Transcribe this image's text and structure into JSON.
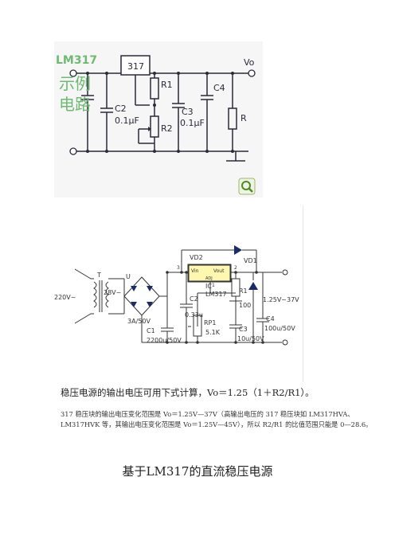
{
  "figure1": {
    "watermark_top": "LM317",
    "watermark_mid": "示例",
    "watermark_bottom": "电路",
    "ic_label": "317",
    "r1_label": "R1",
    "r2_label": "R2",
    "c2_label": "C2",
    "c2_value": "0.1μF",
    "c3_label": "C3",
    "c3_value": "0.1μF",
    "c4_label": "C4",
    "r_label": "R",
    "out_label": "Vo",
    "zoom_icon": "magnifier-icon"
  },
  "figure2": {
    "vd2": "VD2",
    "vd1": "VD1",
    "vin": "Vin",
    "vout": "Vout",
    "adj": "ADJ",
    "ic": "IC",
    "lm317": "LM317",
    "t": "T",
    "u": "U",
    "ac_in": "220V~",
    "ac_sec": "28V~",
    "bridge": "3A/50V",
    "c1": "C1",
    "c1_val": "2200u/50V",
    "c2": "C2",
    "c2_val": "0.33u",
    "rp1": "RP1",
    "rp1_val": "5.1K",
    "r1": "R1",
    "r1_val": "100",
    "c3": "C3",
    "c3_val": "10u/50V",
    "c4": "C4",
    "c4_val": "100u/50V",
    "range": "1.25V~37V",
    "pin3": "3",
    "pin2": "2",
    "pin1": "1"
  },
  "text": {
    "formula": "稳压电源的输出电压可用下式计算，Vo＝1.25（1＋R2/R1）。",
    "range_note": "317 稳压块的输出电压变化范围是 Vo＝1.25V—37V（高输出电压的 317 稳压块如 LM317HVA、LM317HVK 等，其输出电压变化范围是 Vo＝1.25V—45V），所以 R2/R1 的比值范围只能是 0—28.6。",
    "section_title": "基于LM317的直流稳压电源"
  }
}
